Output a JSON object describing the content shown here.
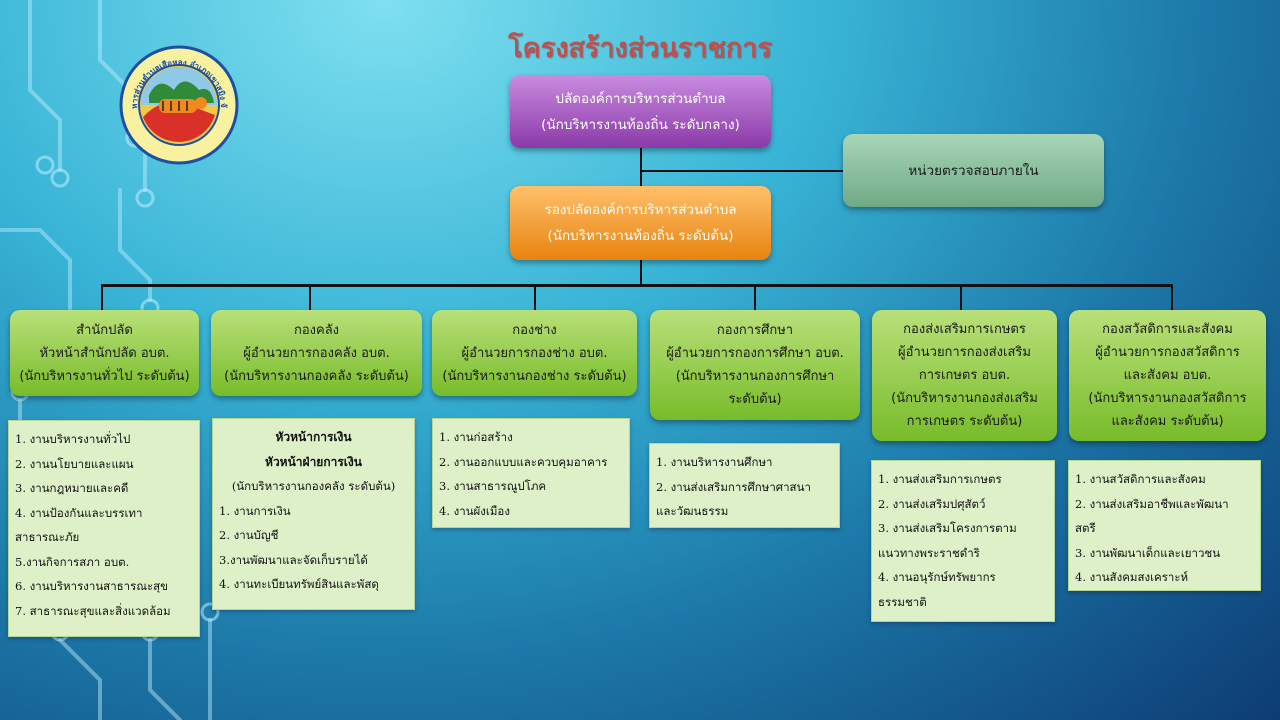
{
  "title": "โครงสร้างส่วนราชการ",
  "logo": {
    "ring_text": "องค์การบริหารส่วนตำบลเสือหลง อำเภอเขาสมิง จังหวัดตราด",
    "icon": "tiger-seal-icon"
  },
  "colors": {
    "title": "#c0504d",
    "purple": "#9c4dbe",
    "orange": "#f39a25",
    "teal": "#86bd99",
    "green": "#92cc45",
    "list_bg": "#ddf0c8"
  },
  "top": {
    "line1": "ปลัดองค์การบริหารส่วนตำบล",
    "line2": "(นักบริหารงานท้องถิ่น ระดับกลาง)"
  },
  "audit": {
    "label": "หน่วยตรวจสอบภายใน"
  },
  "deputy": {
    "line1": "รองปลัดองค์การบริหารส่วนตำบล",
    "line2": "(นักบริหารงานท้องถิ่น ระดับต้น)"
  },
  "departments": [
    {
      "lines": [
        "สำนักปลัด",
        "หัวหน้าสำนักปลัด อบต.",
        "(นักบริหารงานทั่วไป ระดับต้น)"
      ]
    },
    {
      "lines": [
        "กองคลัง",
        "ผู้อำนวยการกองคลัง อบต.",
        "(นักบริหารงานกองคลัง ระดับต้น)"
      ]
    },
    {
      "lines": [
        "กองช่าง",
        "ผู้อำนวยการกองช่าง อบต.",
        "(นักบริหารงานกองช่าง ระดับต้น)"
      ]
    },
    {
      "lines": [
        "กองการศึกษา",
        "ผู้อำนวยการกองการศึกษา อบต.",
        "(นักบริหารงานกองการศึกษา",
        "ระดับต้น)"
      ]
    },
    {
      "lines": [
        "กองส่งเสริมการเกษตร",
        "ผู้อำนวยการกองส่งเสริม",
        "การเกษตร อบต.",
        "(นักบริหารงานกองส่งเสริม",
        "การเกษตร ระดับต้น)"
      ]
    },
    {
      "lines": [
        "กองสวัสดิการและสังคม",
        "ผู้อำนวยการกองสวัสดิการ",
        "และสังคม อบต.",
        "(นักบริหารงานกองสวัสดิการ",
        "และสังคม ระดับต้น)"
      ]
    }
  ],
  "lists": [
    {
      "lines": [
        "1. งานบริหารงานทั่วไป",
        "2. งานนโยบายและแผน",
        "3. งานกฎหมายและคดี",
        "4. งานป้องกันและบรรเทา",
        "สาธารณะภัย",
        "5.งานกิจการสภา อบต.",
        "6. งานบริหารงานสาธารณะสุข",
        "7. สาธารณะสุขและสิ่งแวดล้อม"
      ]
    },
    {
      "heads": [
        "หัวหน้าการเงิน",
        "หัวหน้าฝ่ายการเงิน"
      ],
      "sub": "(นักบริหารงานกองคลัง ระดับต้น)",
      "lines": [
        "1. งานการเงิน",
        "2. งานบัญชี",
        "3.งานพัฒนาและจัดเก็บรายได้",
        "4. งานทะเบียนทรัพย์สินและพัสดุ"
      ]
    },
    {
      "lines": [
        "1. งานก่อสร้าง",
        "2. งานออกแบบและควบคุมอาคาร",
        "3. งานสาธารณูปโภค",
        "4. งานผังเมือง"
      ]
    },
    {
      "lines": [
        "1. งานบริหารงานศึกษา",
        "2. งานส่งเสริมการศึกษาศาสนา",
        "และวัฒนธรรม"
      ]
    },
    {
      "lines": [
        "1. งานส่งเสริมการเกษตร",
        "2. งานส่งเสริมปศุสัตว์",
        "3. งานส่งเสริมโครงการตาม",
        "แนวทางพระราชดำริ",
        "4. งานอนุรักษ์ทรัพยากร",
        "ธรรมชาติ"
      ]
    },
    {
      "lines": [
        "1. งานสวัสดิการและสังคม",
        "2. งานส่งเสริมอาชีพและพัฒนา",
        "สตรี",
        "3. งานพัฒนาเด็กและเยาวชน",
        "4. งานสังคมสงเคราะห์"
      ]
    }
  ]
}
